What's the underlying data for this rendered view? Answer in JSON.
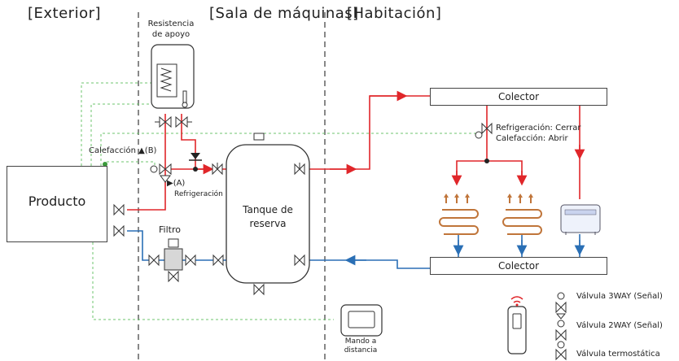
{
  "zones": {
    "exterior": "[Exterior]",
    "machine_room": "[Sala de máquinas]",
    "room": "[Habitación]"
  },
  "components": {
    "backup_heater": "Resistencia de apoyo",
    "product": "Producto",
    "filter": "Filtro",
    "tank": "Tanque de reserva",
    "collector_top": "Colector",
    "collector_bottom": "Colector",
    "remote": "Mando a distancia"
  },
  "labels": {
    "heating_b": "Calefacción ▲(B)",
    "cooling_a_mark": "▶(A)",
    "cooling_a": "Refrigeración",
    "valve_state_cool": "Refrigeración: Cerrar",
    "valve_state_heat": "Calefacción: Abrir"
  },
  "legend": {
    "valve_3way": "Válvula 3WAY (Señal)",
    "valve_2way": "Válvula 2WAY (Señal)",
    "valve_thermo": "Válvula termostática"
  },
  "colors": {
    "supply": "#e0262a",
    "return": "#2a6fb5",
    "signal": "#6cc46c",
    "divider": "#888888"
  }
}
